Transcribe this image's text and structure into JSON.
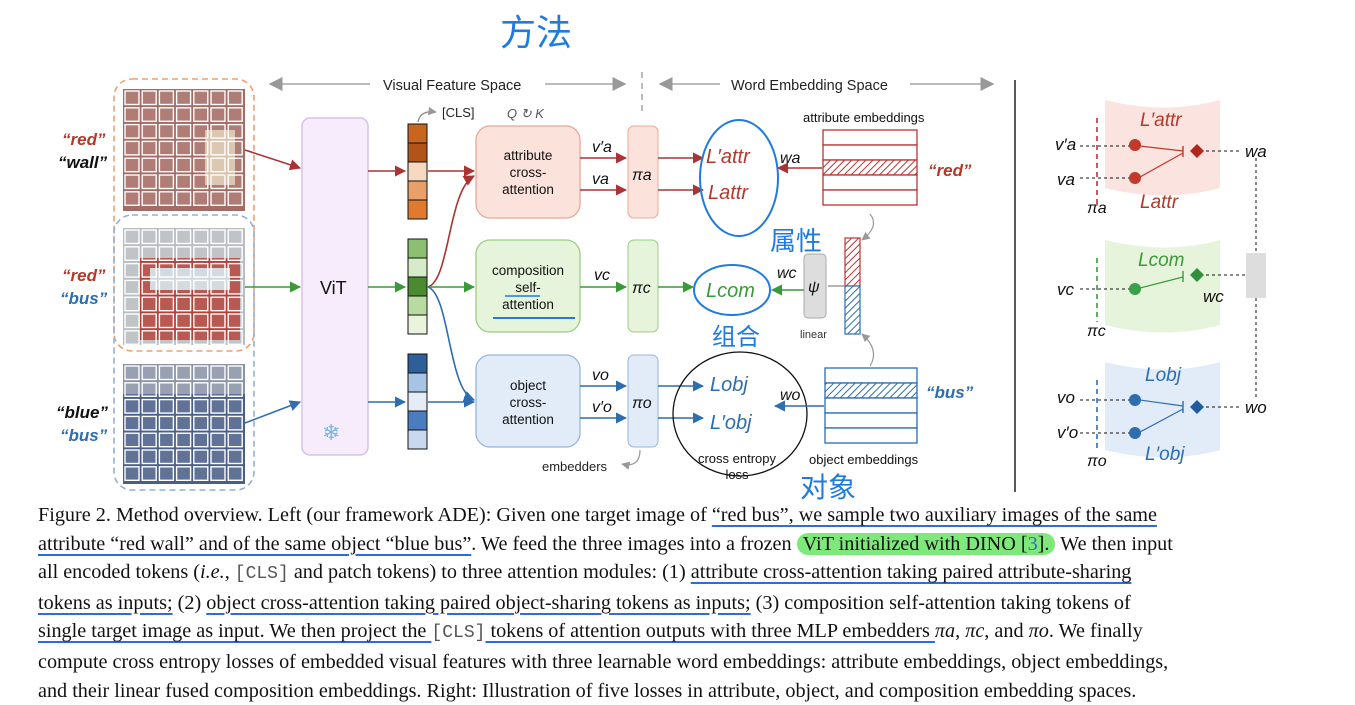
{
  "figure": {
    "annotation_top": "方法",
    "annotation_attr": "属性",
    "annotation_comp": "组合",
    "annotation_obj": "对象",
    "visual_space": "Visual Feature Space",
    "word_space": "Word Embedding Space",
    "cls_label": "[CLS]",
    "qk_label": "Q ↻ K",
    "vit_label": "ViT",
    "img1_attr": "“red”",
    "img1_obj": "“wall”",
    "img2_attr": "“red”",
    "img2_obj": "“bus”",
    "img3_attr": "“blue”",
    "img3_obj": "“bus”",
    "attr_module": [
      "attribute",
      "cross-",
      "attention"
    ],
    "comp_module": [
      "composition",
      "self-",
      "attention"
    ],
    "obj_module": [
      "object",
      "cross-",
      "attention"
    ],
    "v_a_prime": "v′a",
    "v_a": "va",
    "v_c": "vc",
    "v_o": "vo",
    "v_o_prime": "v′o",
    "pi_a": "πa",
    "pi_c": "πc",
    "pi_o": "πo",
    "L_attr_prime": "L′attr",
    "L_attr": "Lattr",
    "L_com": "Lcom",
    "L_obj": "Lobj",
    "L_obj_prime": "L′obj",
    "w_a": "wa",
    "w_c": "wc",
    "w_o": "wo",
    "psi": "ψ",
    "linear": "linear",
    "attr_embeddings": "attribute embeddings",
    "obj_embeddings": "object embeddings",
    "red_word": "“red”",
    "bus_word": "“bus”",
    "embedders": "embedders",
    "cross_entropy": [
      "cross entropy",
      "loss"
    ]
  },
  "caption": {
    "l1a": "Figure 2. Method overview. Left (our framework ADE): Given one target image of ",
    "l1b": "“red bus”, we sample two auxiliary images of the same",
    "l2a": "attribute “red wall” and of the same object “blue bus”",
    "l2b": ". We feed the three images into a frozen ",
    "l2c": "ViT initialized with DINO [",
    "l2ref": "3",
    "l2d": "].",
    "l2e": " We then input",
    "l3a": "all encoded tokens (",
    "l3ie": "i.e.",
    "l3b": ", ",
    "l3cls": "[CLS]",
    "l3c": " and patch tokens) to three attention modules: (1) ",
    "l3d": "attribute cross-attention taking paired attribute-sharing",
    "l4a": "tokens as inputs;",
    "l4b": " (2) ",
    "l4c": "object cross-attention taking paired object-sharing tokens as inputs;",
    "l4d": " (3) composition self-attention taking tokens of",
    "l5a": "single target image as input. We then project the ",
    "l5cls": "[CLS]",
    "l5b": " tokens of attention outputs with three MLP embedders ",
    "l5pa": "πa",
    "l5c": ", ",
    "l5pc": "πc",
    "l5d": ", and ",
    "l5po": "πo",
    "l5e": ". We finally",
    "l6": "compute cross entropy losses of embedded visual features with three learnable word embeddings: attribute embeddings, object embeddings,",
    "l7": "and their linear fused composition embeddings. Right: Illustration of five losses in attribute, object, and composition embedding spaces."
  }
}
